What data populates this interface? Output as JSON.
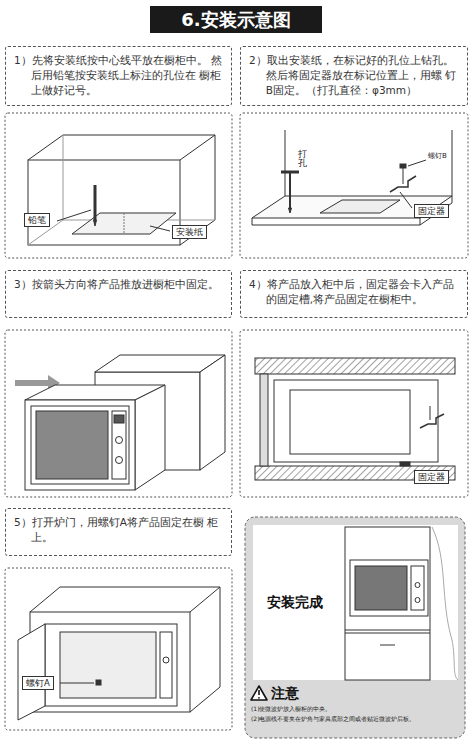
{
  "diagram": {
    "title": "6.安装示意图",
    "nodes": [
      {
        "text": [
          "1）先将安装纸按中心线平放在橱柜中。 然后用铅笔按安装纸上标注的孔位在 橱柜上做好记号。"
        ]
      },
      {
        "text": [
          "2）取出安装纸，在标记好的孔位上钻孔。 然后将固定器放在标记位置上，用螺 钉B固定。（打孔直径：φ3mm）"
        ]
      },
      {
        "text": [
          "3）按箭头方向将产品推放进橱柜中固定。"
        ]
      },
      {
        "text": [
          "4）将产品放入柜中后，固定器会卡入产品 的固定槽,将产品固定在橱柜中。"
        ]
      },
      {
        "text": [
          "5）打开炉门，用螺钉A将产品固定在橱 柜上。"
        ]
      },
      {
        "text": [
          "安装完成",
          "注意",
          "(1)使微波炉放入橱柜的中央。",
          "(2)电源线不要夹在炉角与家具底部之间或者贴近微波炉后板。"
        ]
      }
    ],
    "labels": [
      "铅笔",
      "安装纸",
      "打孔",
      "螺钉B",
      "固定器",
      "固定器",
      "螺钉A"
    ]
  }
}
